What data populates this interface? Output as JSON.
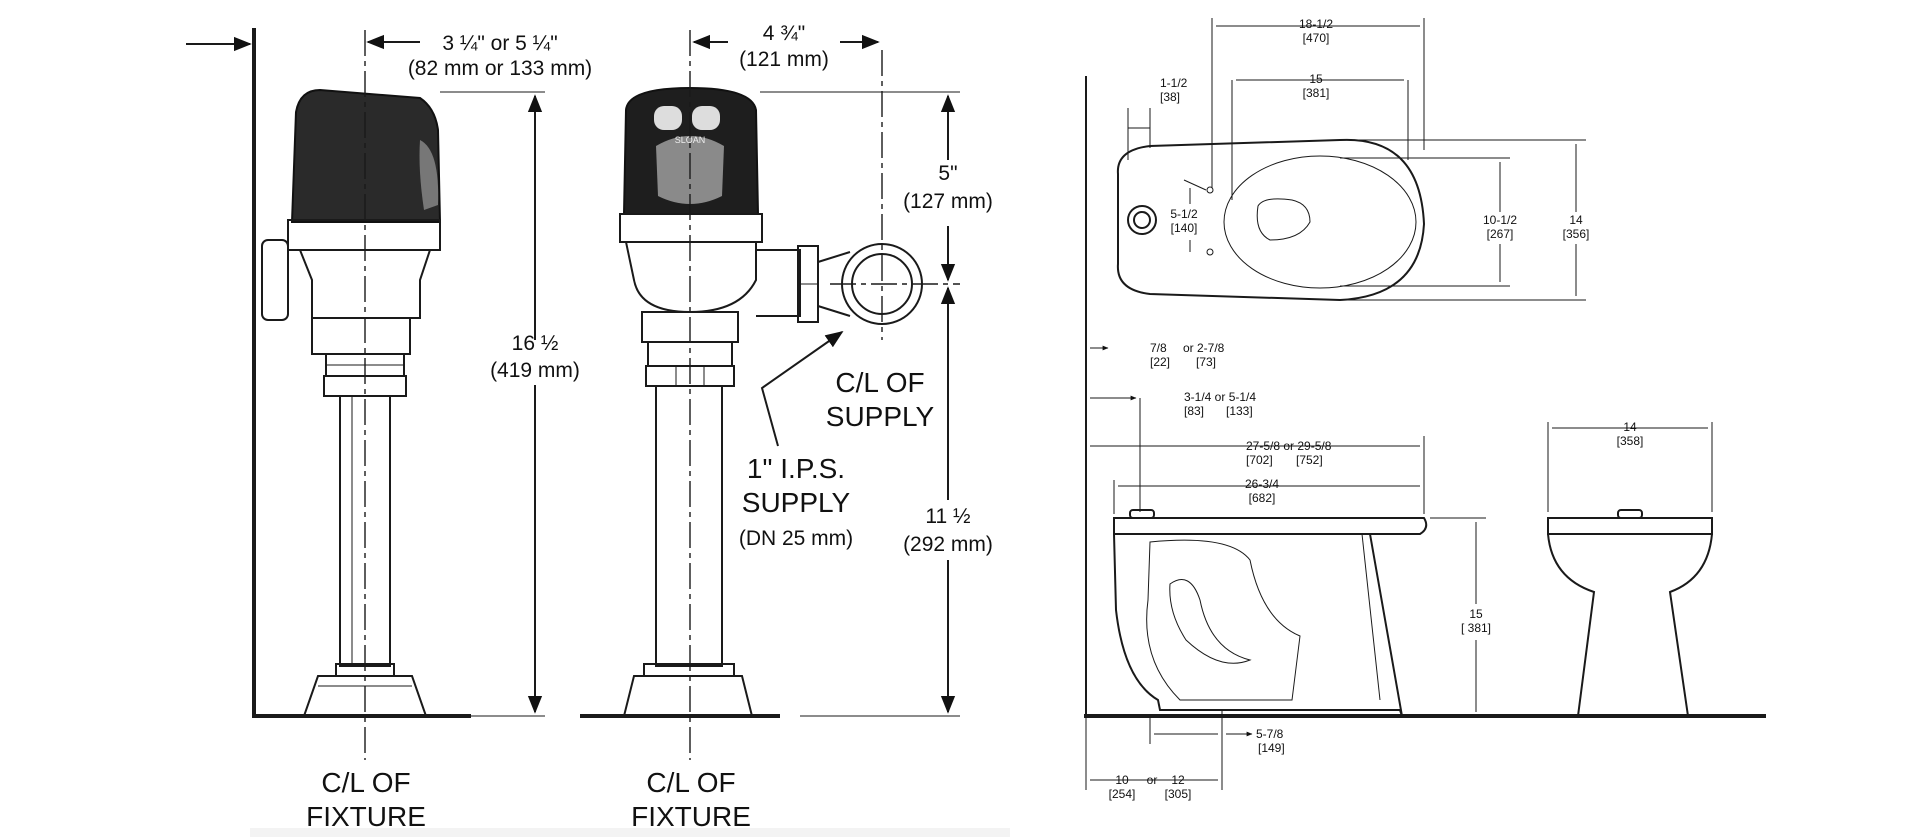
{
  "valve_side": {
    "offset_line1": "3 ¼\" or 5 ¼\"",
    "offset_line2": "(82 mm or 133 mm)",
    "height_line1": "16 ½",
    "height_line2": "(419 mm)",
    "fixture_line1": "C/L OF",
    "fixture_line2": "FIXTURE"
  },
  "valve_front": {
    "width_line1": "4 ¾\"",
    "width_line2": "(121 mm)",
    "top_line1": "5\"",
    "top_line2": "(127 mm)",
    "supply_cl_line1": "C/L OF",
    "supply_cl_line2": "SUPPLY",
    "ips_line1": "1\" I.P.S.",
    "ips_line2": "SUPPLY",
    "ips_line3": "(DN 25 mm)",
    "supply_height_line1": "11 ½",
    "supply_height_line2": "(292 mm)",
    "fixture_line1": "C/L OF",
    "fixture_line2": "FIXTURE",
    "brand": "SLOAN"
  },
  "bowl_top": {
    "overall_length": "18-1/2",
    "overall_length_mm": "[470]",
    "inset": "1-1/2",
    "inset_mm": "[38]",
    "rim_length": "15",
    "rim_length_mm": "[381]",
    "bolt_spacing": "5-1/2",
    "bolt_spacing_mm": "[140]",
    "bowl_width": "10-1/2",
    "bowl_width_mm": "[267]",
    "overall_width": "14",
    "overall_width_mm": "[356]"
  },
  "bowl_side": {
    "d1": "7/8",
    "d1_mm": "[22]",
    "d1_alt": "or 2-7/8",
    "d1_alt_mm": "[73]",
    "d2": "3-1/4 or 5-1/4",
    "d2_mm1": "[83]",
    "d2_mm2": "[133]",
    "d3": "27-5/8 or 29-5/8",
    "d3_mm1": "[702]",
    "d3_mm2": "[752]",
    "d4": "26-3/4",
    "d4_mm": "[682]",
    "rim_height": "15",
    "rim_height_mm": "[ 381]",
    "outlet": "5-7/8",
    "outlet_mm": "[149]",
    "rough_in1": "10",
    "rough_in1_mm": "[254]",
    "rough_in_or": "or",
    "rough_in2": "12",
    "rough_in2_mm": "[305]"
  },
  "bowl_front": {
    "width": "14",
    "width_mm": "[358]"
  }
}
